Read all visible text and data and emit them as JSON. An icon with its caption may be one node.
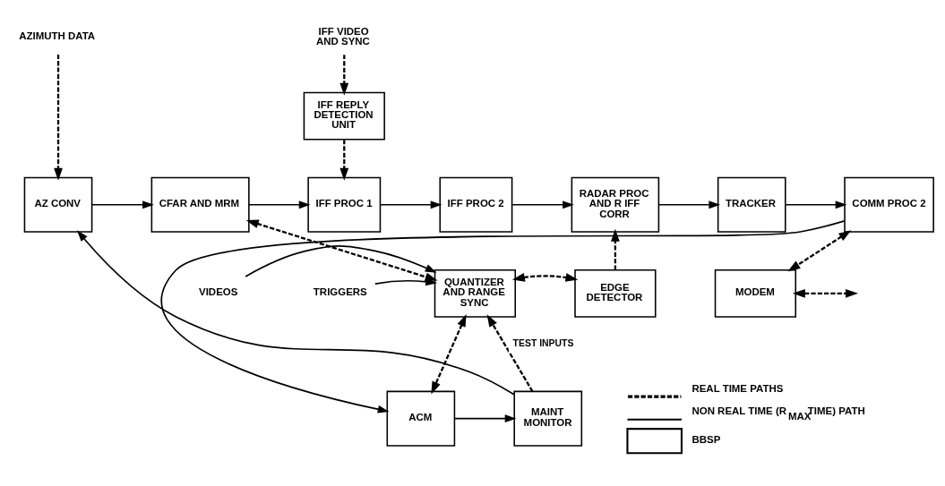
{
  "diagram": {
    "nodes": [
      {
        "text": [
          "AZIMUTH DATA"
        ]
      },
      {
        "text": [
          "IFF VIDEO AND SYNC"
        ]
      },
      {
        "text": [
          "IFF REPLY DETECTION UNIT"
        ]
      },
      {
        "text": [
          "AZ CONV"
        ]
      },
      {
        "text": [
          "CFAR AND MRM"
        ]
      },
      {
        "text": [
          "IFF PROC 1"
        ]
      },
      {
        "text": [
          "IFF PROC 2"
        ]
      },
      {
        "text": [
          "RADAR PROC AND R IFF CORR"
        ]
      },
      {
        "text": [
          "TRACKER"
        ]
      },
      {
        "text": [
          "COMM PROC 2"
        ]
      },
      {
        "text": [
          "VIDEOS"
        ]
      },
      {
        "text": [
          "TRIGGERS"
        ]
      },
      {
        "text": [
          "QUANTIZER AND RANGE SYNC"
        ]
      },
      {
        "text": [
          "EDGE DETECTOR"
        ]
      },
      {
        "text": [
          "MODEM"
        ]
      },
      {
        "text": [
          "ACM"
        ]
      },
      {
        "text": [
          "MAINT MONITOR"
        ]
      }
    ],
    "edges": [
      {
        "from": 0,
        "to": 3,
        "arrow": "to",
        "style": "dashed"
      },
      {
        "from": 1,
        "to": 2,
        "arrow": "to",
        "style": "dashed"
      },
      {
        "from": 2,
        "to": 5,
        "arrow": "to",
        "style": "dashed"
      },
      {
        "from": 3,
        "to": 4,
        "arrow": "to"
      },
      {
        "from": 4,
        "to": 5,
        "arrow": "to"
      },
      {
        "from": 5,
        "to": 6,
        "arrow": "to"
      },
      {
        "from": 6,
        "to": 7,
        "arrow": "to"
      },
      {
        "from": 7,
        "to": 8,
        "arrow": "to"
      },
      {
        "from": 8,
        "to": 9,
        "arrow": "to"
      },
      {
        "from": 4,
        "to": 12,
        "arrow": "both",
        "style": "dashed"
      },
      {
        "from": 13,
        "to": 7,
        "arrow": "to",
        "style": "dashed"
      },
      {
        "from": 9,
        "to": 14,
        "arrow": "both",
        "style": "dashed"
      },
      {
        "from": 10,
        "to": 12,
        "arrow": "to"
      },
      {
        "from": 11,
        "to": 12,
        "arrow": "to"
      },
      {
        "from": 12,
        "to": 13,
        "arrow": "both",
        "style": "dashed"
      },
      {
        "from": 14,
        "to": null,
        "arrow": "both",
        "style": "dashed"
      },
      {
        "from": 16,
        "to": 12,
        "arrow": "to",
        "style": "dashed",
        "label": "TEST INPUTS"
      },
      {
        "from": 12,
        "to": 15,
        "arrow": "both",
        "style": "dashed"
      },
      {
        "from": 9,
        "to": 15,
        "arrow": "to"
      },
      {
        "from": 15,
        "to": 16,
        "arrow": "to"
      },
      {
        "from": 16,
        "to": 3,
        "arrow": "to"
      }
    ],
    "legend": [
      {
        "text": "REAL TIME PATHS"
      },
      {
        "text": "NON REAL TIME (R$_{MAX}$TIME) PATH"
      },
      {
        "text": "BBSP"
      }
    ]
  }
}
